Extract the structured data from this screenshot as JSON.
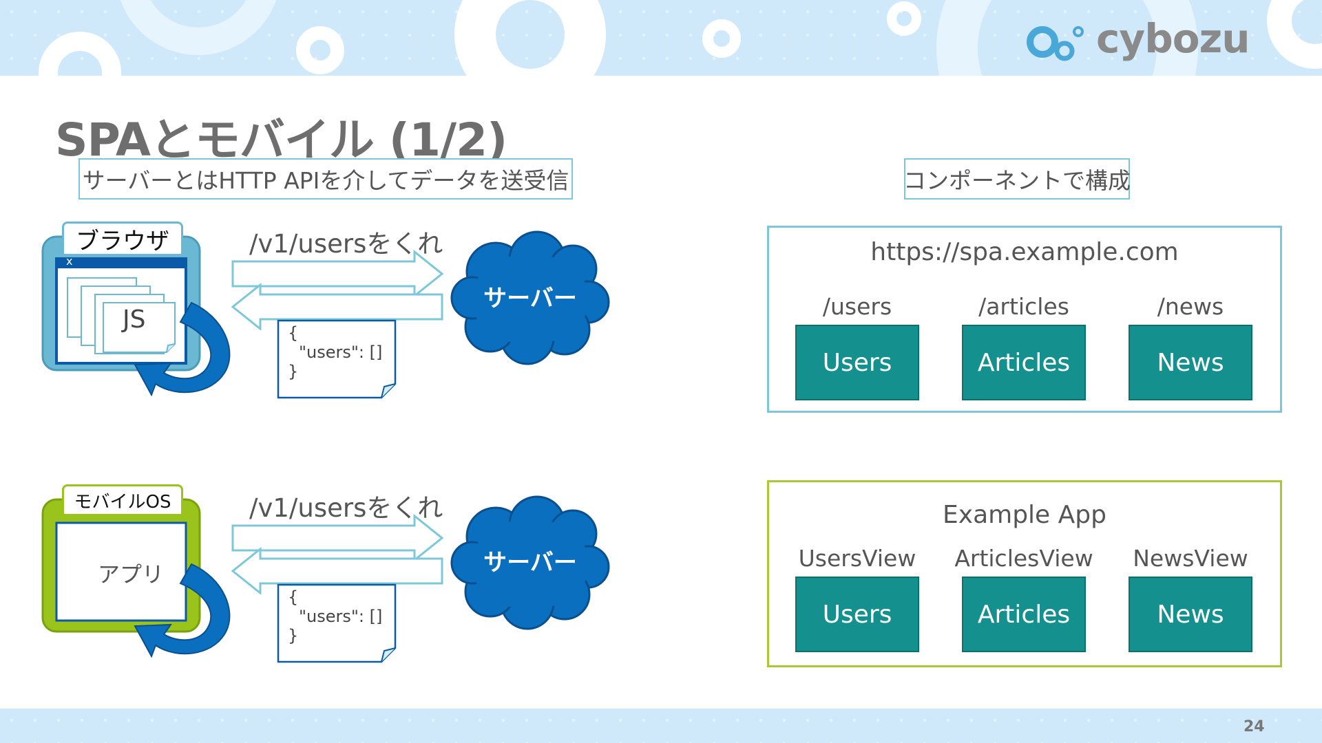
{
  "header": {
    "logo_text": "cybozu"
  },
  "slide": {
    "title": "SPAとモバイル (1/2)",
    "page_number": "24"
  },
  "left": {
    "subtitle": "サーバーとはHTTP APIを介してデータを送受信",
    "browser_flow": {
      "client_label": "ブラウザ",
      "window_close": "x",
      "inner_label": "JS",
      "request_label": "/v1/usersをくれ",
      "server_label": "サーバー",
      "json_lines": [
        "{",
        "\"users\": []",
        "}"
      ]
    },
    "mobile_flow": {
      "client_label": "モバイルOS",
      "inner_label": "アプリ",
      "request_label": "/v1/usersをくれ",
      "server_label": "サーバー",
      "json_lines": [
        "{",
        "\"users\": []",
        "}"
      ]
    }
  },
  "right": {
    "subtitle": "コンポーネントで構成",
    "web_app": {
      "title": "https://spa.example.com",
      "items": [
        {
          "route": "/users",
          "component": "Users"
        },
        {
          "route": "/articles",
          "component": "Articles"
        },
        {
          "route": "/news",
          "component": "News"
        }
      ]
    },
    "mobile_app": {
      "title": "Example App",
      "items": [
        {
          "route": "UsersView",
          "component": "Users"
        },
        {
          "route": "ArticlesView",
          "component": "Articles"
        },
        {
          "route": "NewsView",
          "component": "News"
        }
      ]
    }
  },
  "colors": {
    "header_band": "#cfe9fa",
    "browser_frame": "#6ab8d3",
    "mobile_frame": "#9ac31c",
    "cloud": "#0a6fbe",
    "component": "#14918f",
    "web_box_border": "#7cc7da",
    "app_box_border": "#a8c834"
  }
}
